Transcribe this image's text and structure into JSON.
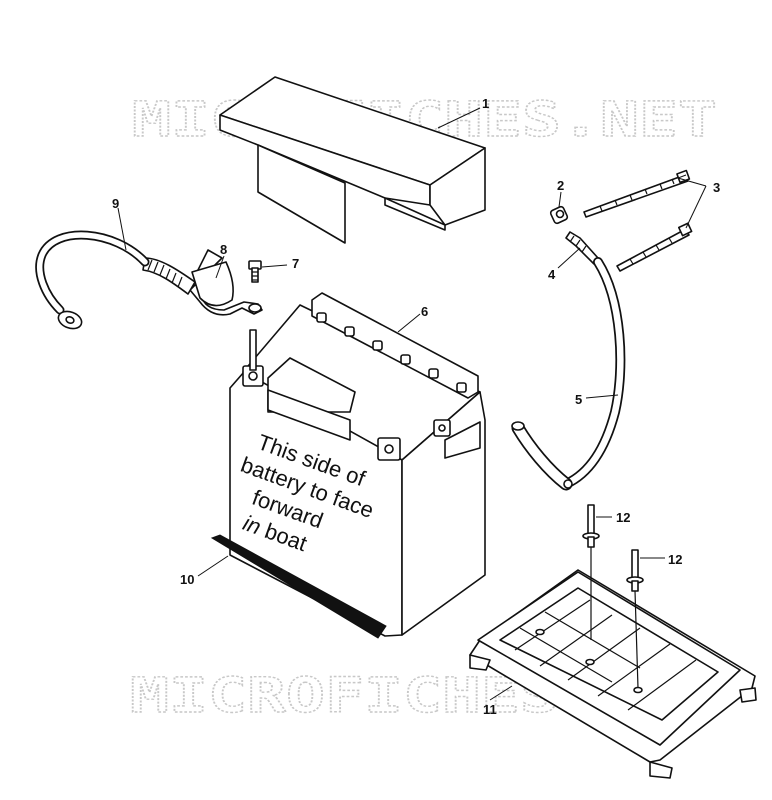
{
  "watermark": "MICROFICHES.NET",
  "battery_label": {
    "line1": "This side of",
    "line2": "battery to face",
    "line3": "forward",
    "line4_italic": "in",
    "line4_rest": " boat"
  },
  "callouts": {
    "c1": "1",
    "c2": "2",
    "c3": "3",
    "c4": "4",
    "c5": "5",
    "c6": "6",
    "c7": "7",
    "c8": "8",
    "c9": "9",
    "c10": "10",
    "c11": "11",
    "c12a": "12",
    "c12b": "12"
  }
}
